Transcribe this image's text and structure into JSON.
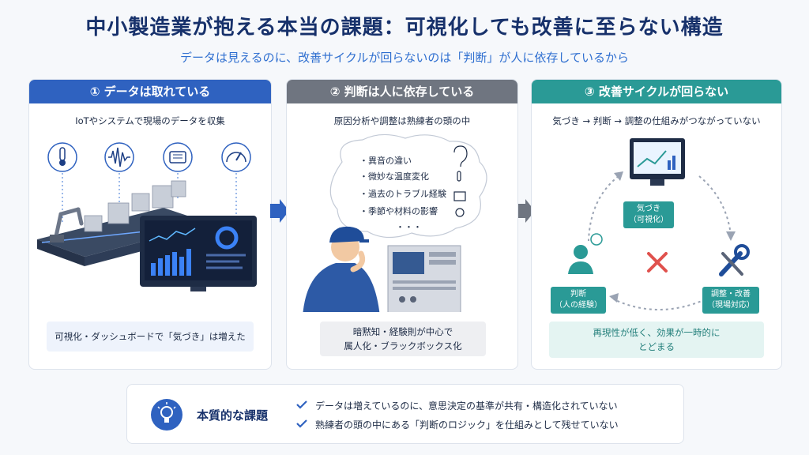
{
  "title": "中小製造業が抱える本当の課題：可視化しても改善に至らない構造",
  "subtitle": "データは見えるのに、改善サイクルが回らないのは「判断」が人に依存しているから",
  "panels": [
    {
      "heading": "① データは取れている",
      "sub": "IoTやシステムで現場のデータを収集",
      "note": "可視化・ダッシュボードで「気づき」は増えた",
      "icons": [
        "thermometer-icon",
        "waveform-icon",
        "motor-icon",
        "gauge-icon"
      ]
    },
    {
      "heading": "② 判断は人に依存している",
      "sub": "原因分析や調整は熟練者の頭の中",
      "cloud": [
        "・異音の違い",
        "・微妙な温度変化",
        "・過去のトラブル経験",
        "・季節や材料の影響",
        "・・・"
      ],
      "note_line1": "暗黙知・経験則が中心で",
      "note_line2": "属人化・ブラックボックス化"
    },
    {
      "heading": "③ 改善サイクルが回らない",
      "sub": "気づき → 判断 → 調整の仕組みがつながっていない",
      "node_top_1": "気づき",
      "node_top_2": "（可視化）",
      "node_left_1": "判断",
      "node_left_2": "（人の経験）",
      "node_right_1": "調整・改善",
      "node_right_2": "（現場対応）",
      "note_line1": "再現性が低く、効果が一時的に",
      "note_line2": "とどまる"
    }
  ],
  "summary": {
    "label": "本質的な課題",
    "points": [
      "データは増えているのに、意思決定の基準が共有・構造化されていない",
      "熟練者の頭の中にある「判断のロジック」を仕組みとして残せていない"
    ]
  },
  "colors": {
    "blue": "#2f62c0",
    "gray": "#6f7580",
    "teal": "#2a9a96",
    "navy": "#17316b",
    "accent": "#2f6fd0",
    "cross": "#e0514d"
  }
}
